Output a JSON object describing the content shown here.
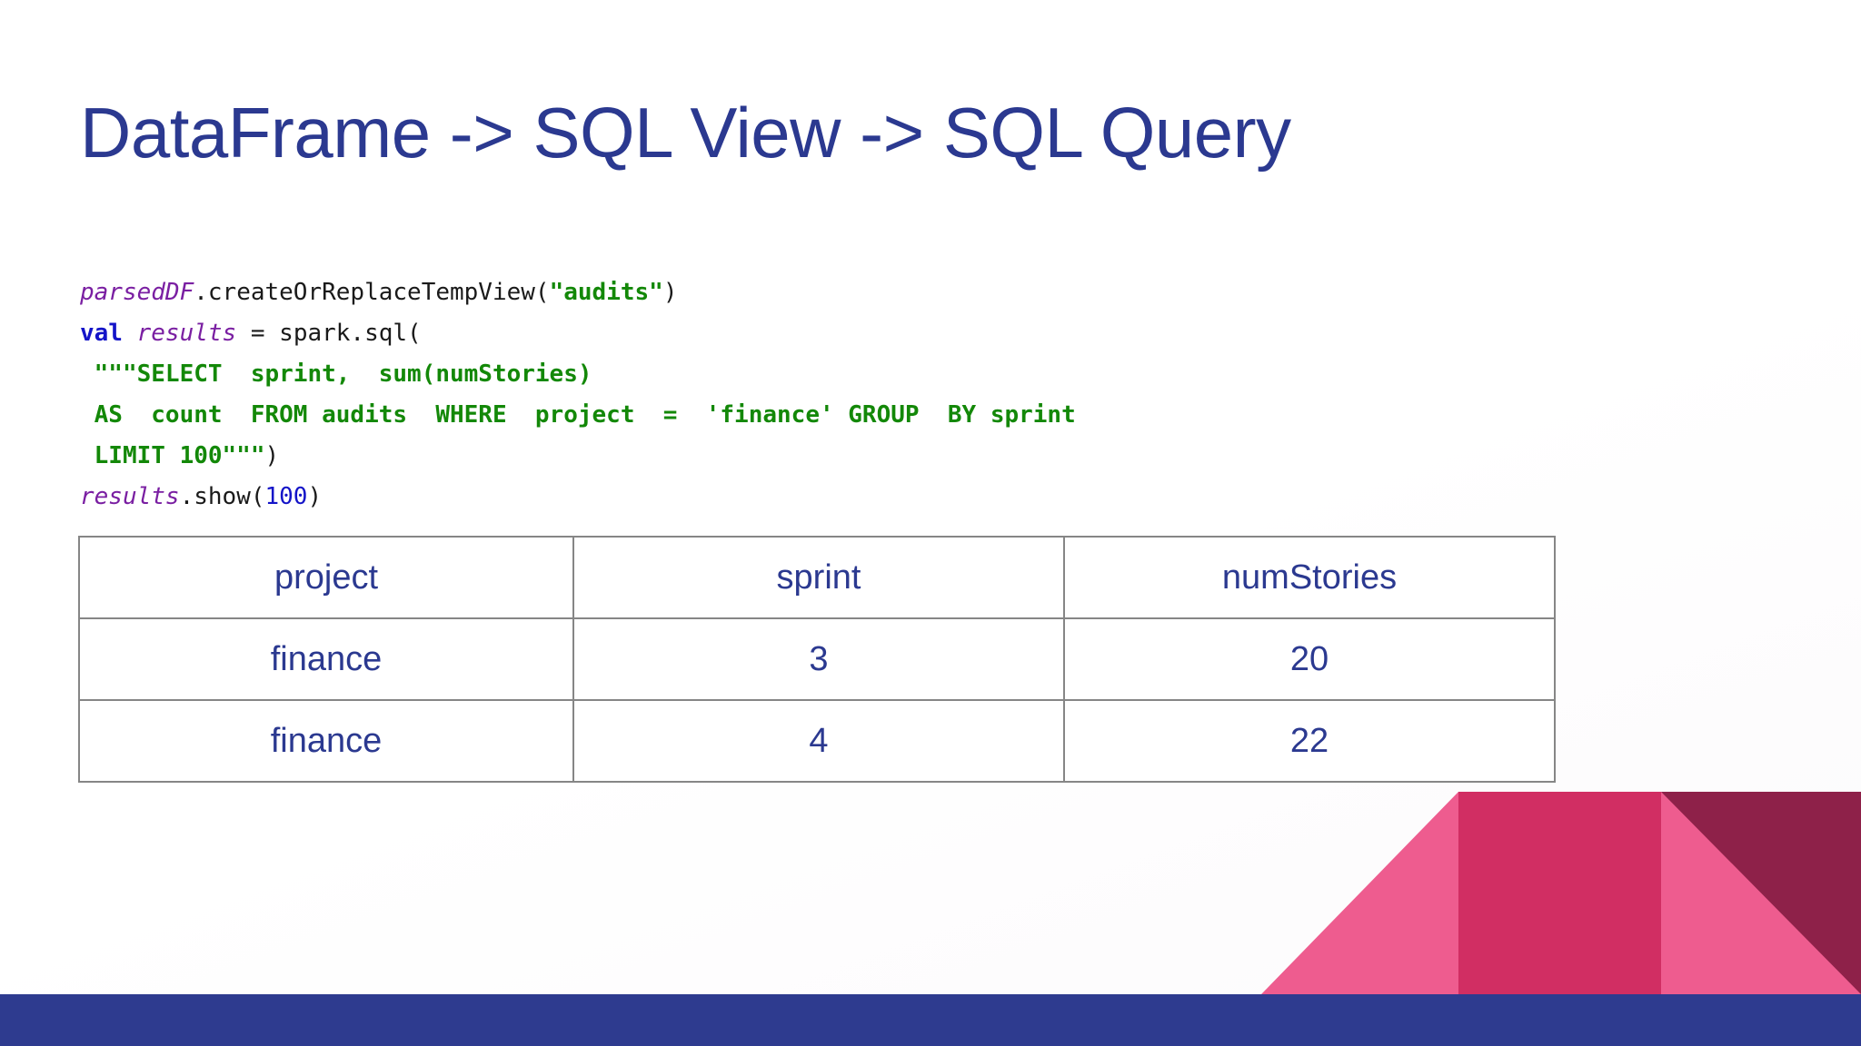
{
  "slide": {
    "title": "DataFrame -> SQL View -> SQL Query"
  },
  "code": {
    "lines": [
      {
        "id": "line-1",
        "tokens": [
          {
            "text": "parsedDF",
            "style": "var"
          },
          {
            "text": ".createOrReplaceTempView(",
            "style": "plain"
          },
          {
            "text": "\"audits\"",
            "style": "str"
          },
          {
            "text": ")",
            "style": "plain"
          }
        ]
      },
      {
        "id": "line-2",
        "tokens": [
          {
            "text": "val",
            "style": "kw"
          },
          {
            "text": " ",
            "style": "plain"
          },
          {
            "text": "results",
            "style": "var"
          },
          {
            "text": " = spark.sql(",
            "style": "plain"
          }
        ]
      },
      {
        "id": "line-3",
        "tokens": [
          {
            "text": " \"\"\"SELECT  sprint,  sum(numStories)",
            "style": "str"
          }
        ]
      },
      {
        "id": "line-4",
        "tokens": [
          {
            "text": " AS  count  FROM audits  WHERE  project  =  'finance' GROUP  BY sprint",
            "style": "str"
          }
        ]
      },
      {
        "id": "line-5",
        "tokens": [
          {
            "text": " LIMIT 100\"\"\"",
            "style": "str"
          },
          {
            "text": ")",
            "style": "plain"
          }
        ]
      },
      {
        "id": "line-6",
        "tokens": [
          {
            "text": "results",
            "style": "var"
          },
          {
            "text": ".show(",
            "style": "plain"
          },
          {
            "text": "100",
            "style": "num"
          },
          {
            "text": ")",
            "style": "plain"
          }
        ]
      }
    ]
  },
  "result_table": {
    "headers": [
      "project",
      "sprint",
      "numStories"
    ],
    "rows": [
      [
        "finance",
        "3",
        "20"
      ],
      [
        "finance",
        "4",
        "22"
      ]
    ]
  },
  "colors": {
    "title_blue": "#2B3990",
    "bottom_bar_blue": "#2E3B8F",
    "deco_pink_light": "#EE5C8F",
    "deco_crimson": "#D12E63",
    "deco_maroon": "#8E2149",
    "table_border": "#868686",
    "code_string_green": "#138808",
    "code_keyword_blue": "#1414C8",
    "code_variable_purple": "#7A1FA2"
  },
  "decorations": [
    {
      "name": "pink-left-triangle",
      "color": "#EE5C8F"
    },
    {
      "name": "crimson-center-block",
      "color": "#D12E63"
    },
    {
      "name": "pink-right-square",
      "color": "#EE5C8F"
    },
    {
      "name": "maroon-corner-triangle",
      "color": "#8E2149"
    },
    {
      "name": "blue-bottom-bar",
      "color": "#2E3B8F"
    }
  ]
}
